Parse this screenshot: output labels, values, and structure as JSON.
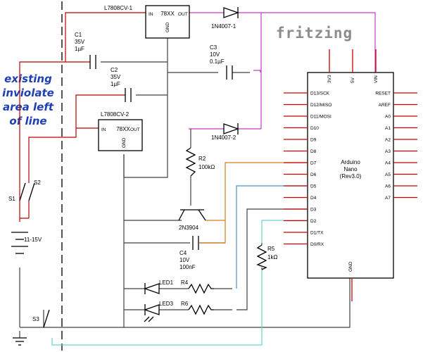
{
  "brand": "fritzing",
  "annotation": [
    "existing",
    "inviolate",
    "area left",
    "of line"
  ],
  "regulators": {
    "reg1": {
      "name": "L7808CV-1",
      "body": "78XX",
      "in": "IN",
      "out": "OUT",
      "gnd": "GND"
    },
    "reg2": {
      "name": "L7808CV-2",
      "body": "78XX",
      "in": "IN",
      "out": "OUT",
      "gnd": "GND"
    }
  },
  "diodes": {
    "d1": "1N4007-1",
    "d2": "1N4007-2"
  },
  "capacitors": {
    "c1": [
      "C1",
      "35V",
      "1µF"
    ],
    "c2": [
      "C2",
      "35V",
      "1µF"
    ],
    "c3": [
      "C3",
      "10V",
      "0.1µF"
    ],
    "c4": [
      "C4",
      "10V",
      "100nF"
    ]
  },
  "resistors": {
    "r2": [
      "R2",
      "100kΩ"
    ],
    "r4": "R4",
    "r5": [
      "R5",
      "1kΩ"
    ],
    "r6": "R6"
  },
  "transistor": "2N3904",
  "leds": {
    "led1": "LED1",
    "led3": "LED3"
  },
  "switches": {
    "s1": "S1",
    "s2": "S2",
    "s3": "S3"
  },
  "battery": "11-15V",
  "arduino": {
    "title": [
      "Arduino",
      "Nano",
      "(Rev3.0)"
    ],
    "top_pins": [
      "3V3",
      "5V",
      "VIN"
    ],
    "left_pins": [
      "D13/SCK",
      "D12/MISO",
      "D11/MOSI",
      "D10",
      "D9",
      "D8",
      "D7",
      "D6",
      "D5",
      "D4",
      "D3",
      "D2",
      "D1/TX",
      "D0/RX"
    ],
    "right_pins": [
      "RESET",
      "AREF",
      "A0",
      "A1",
      "A2",
      "A3",
      "A4",
      "A5",
      "A6",
      "A7"
    ],
    "bottom_pin": "GND"
  },
  "colors": {
    "wire": "#404040",
    "vin_net": "#c63bc6",
    "battery_net": "#bb0000",
    "d7_net": "#d0801c",
    "d5_net": "#4f93c8",
    "d2_net": "#6ad3cf",
    "pin_stub": "#cc0000",
    "note": "#1f3fb4"
  }
}
